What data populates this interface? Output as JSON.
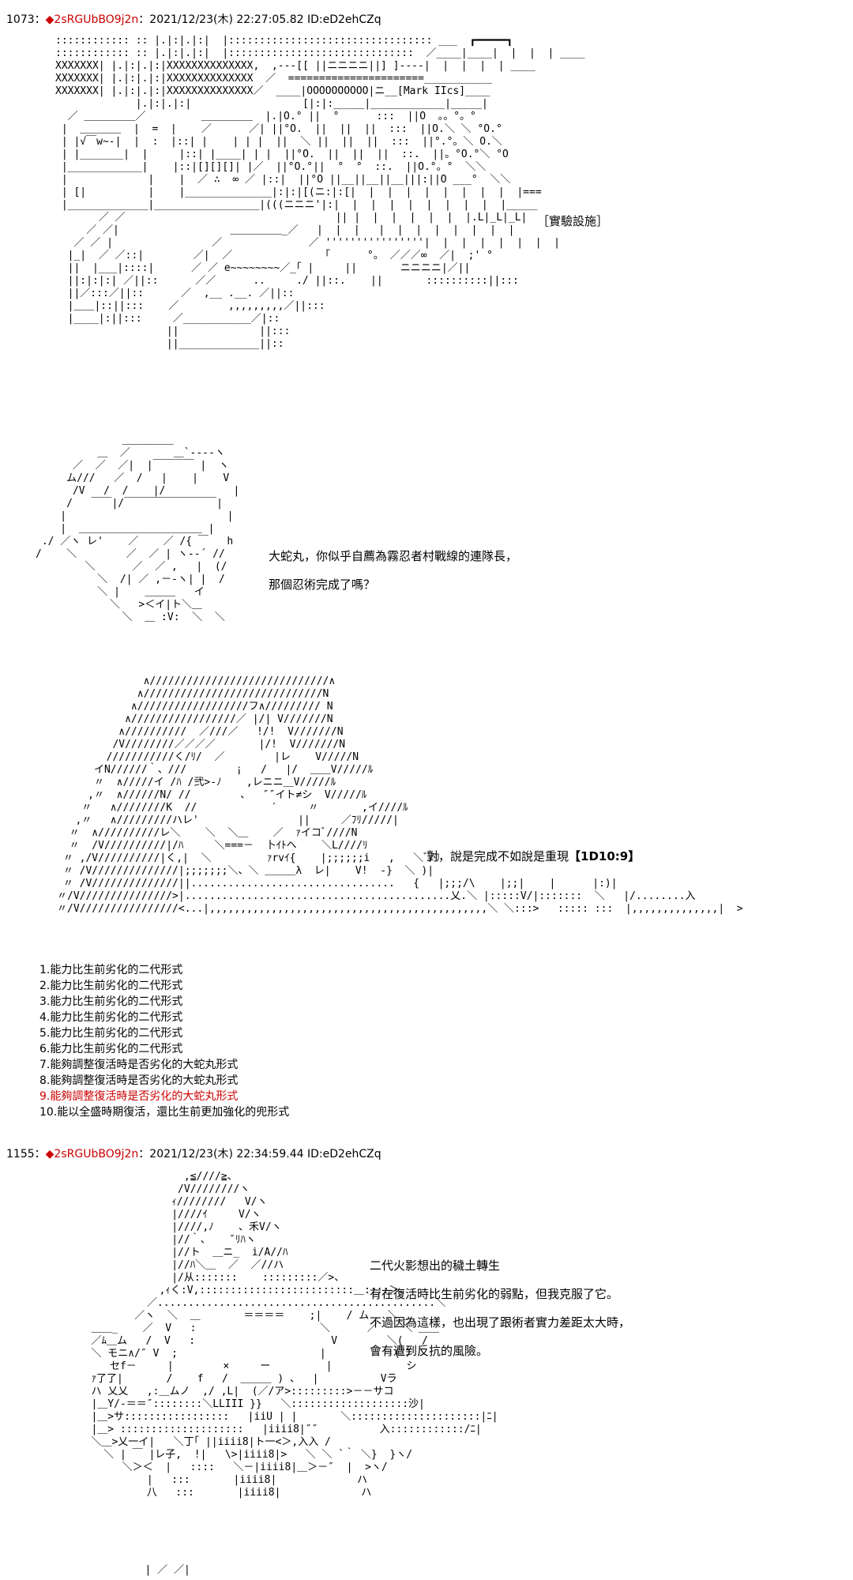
{
  "posts": [
    {
      "number": "1073",
      "sep": "：",
      "marker": "◆",
      "trip": "2sRGUbBO9j2n",
      "meta": "：2021/12/23(木) 22:27:05.82 ID:eD2ehCZq"
    },
    {
      "number": "1155",
      "sep": "：",
      "marker": "◆",
      "trip": "2sRGUbBO9j2n",
      "meta": "：2021/12/23(木) 22:34:59.44 ID:eD2ehCZq"
    }
  ],
  "scene_caption": "［實驗設施］",
  "dialog1": [
    "大蛇丸，你似乎自薦為霧忍者村戰線的連隊長，",
    "那個忍術完成了嗎？"
  ],
  "dialog2_text": "對，說是完成不如說是重現",
  "dialog2_dice": "【1D10:9】",
  "options": [
    "1.能力比生前劣化的二代形式",
    "2.能力比生前劣化的二代形式",
    "3.能力比生前劣化的二代形式",
    "4.能力比生前劣化的二代形式",
    "5.能力比生前劣化的二代形式",
    "6.能力比生前劣化的二代形式",
    "7.能夠調整復活時是否劣化的大蛇丸形式",
    "8.能夠調整復活時是否劣化的大蛇丸形式",
    "9.能夠調整復活時是否劣化的大蛇丸形式",
    "10.能以全盛時期復活，還比生前更加強化的兜形式"
  ],
  "dialog3": [
    "二代火影想出的穢土轉生",
    "有在復活時比生前劣化的弱點，但我克服了它。",
    "不過因為這樣，也出現了跟術者實力差距太大時，",
    "會有遭到反抗的風險。"
  ],
  "colors": {
    "highlight": "#cc0000",
    "text": "#000000",
    "background": "#ffffff"
  }
}
